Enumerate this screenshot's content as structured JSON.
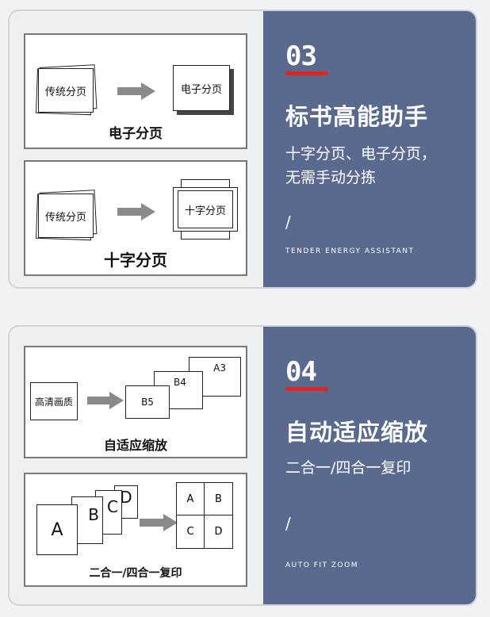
{
  "card_03": {
    "number": "03",
    "title": "标书高能助手",
    "subtitle_lines": [
      "十字分页、电子分页，",
      "无需手动分拣"
    ],
    "slash": "/",
    "english": "TENDER ENERGY ASSISTANT",
    "panel_electronic": {
      "source_label": "传统分页",
      "target_label": "电子分页",
      "caption": "电子分页"
    },
    "panel_cross": {
      "source_label": "传统分页",
      "target_label": "十字分页",
      "caption": "十字分页"
    }
  },
  "card_04": {
    "number": "04",
    "title": "自动适应缩放",
    "subtitle": "二合一/四合一复印",
    "slash": "/",
    "english": "AUTO FIT ZOOM",
    "panel_zoom": {
      "source_label": "高清画质",
      "sizes": [
        "B5",
        "B4",
        "A3"
      ],
      "caption": "自适应缩放"
    },
    "panel_combine": {
      "pages": [
        "A",
        "B",
        "C",
        "D"
      ],
      "grid": [
        "A",
        "B",
        "C",
        "D"
      ],
      "caption": "二合一/四合一复印"
    }
  },
  "colors": {
    "panel_blue": "#5a6a8f",
    "accent_red": "#e02424",
    "arrow_gray": "#8a8a8a"
  }
}
